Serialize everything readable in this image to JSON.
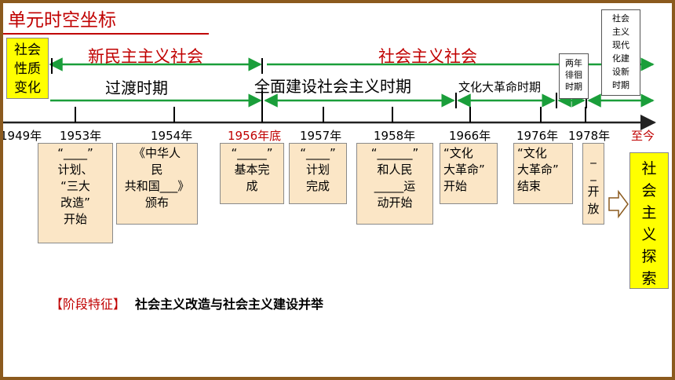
{
  "unit_title": "单元时空坐标",
  "left_box": [
    "社会",
    "性质",
    "变化"
  ],
  "eras": [
    {
      "label": "新民主主义社会"
    },
    {
      "label": "社会主义社会"
    }
  ],
  "periods": [
    {
      "label": "过渡时期"
    },
    {
      "label": "全面建设社会主义时期"
    },
    {
      "label": "文化大革命时期"
    }
  ],
  "side_boxes": [
    {
      "lines": [
        "两年",
        "徘徊",
        "时期"
      ]
    },
    {
      "lines": [
        "社会",
        "主义",
        "现代",
        "化建",
        "设新",
        "时期"
      ]
    }
  ],
  "years": [
    {
      "label": "1949年",
      "color": "#000000"
    },
    {
      "label": "1953年",
      "color": "#000000"
    },
    {
      "label": "1954年",
      "color": "#000000"
    },
    {
      "label": "1956年底",
      "color": "#c00000"
    },
    {
      "label": "1957年",
      "color": "#000000"
    },
    {
      "label": "1958年",
      "color": "#000000"
    },
    {
      "label": "1966年",
      "color": "#000000"
    },
    {
      "label": "1976年",
      "color": "#000000"
    },
    {
      "label": "1978年",
      "color": "#000000"
    },
    {
      "label": "至今",
      "color": "#c00000"
    }
  ],
  "events": [
    {
      "lines": [
        "“____”",
        "计划、",
        "“三大",
        "改造”",
        "开始"
      ]
    },
    {
      "lines": [
        "《中华人",
        "民",
        "共和国___》",
        "颁布"
      ]
    },
    {
      "lines": [
        "“_____”",
        "基本完",
        "成"
      ]
    },
    {
      "lines": [
        "“____”",
        "计划",
        "完成"
      ]
    },
    {
      "lines": [
        "“______”",
        "和人民",
        "_____运",
        "动开始"
      ]
    },
    {
      "lines": [
        "“文化",
        "大革命”",
        "开始"
      ]
    },
    {
      "lines": [
        "“文化",
        "大革命”",
        "结束"
      ]
    },
    {
      "lines": [
        "_",
        "_",
        "开",
        "放"
      ]
    }
  ],
  "final_box": [
    "社",
    "会",
    "主",
    "义",
    "探",
    "索"
  ],
  "feature": {
    "label": "【阶段特征】",
    "text": "社会主义改造与社会主义建设并举"
  },
  "colors": {
    "arrow_green": "#1a9e3a",
    "axis": "#222222",
    "accent_red": "#c00000",
    "yellow": "#ffff00",
    "event_fill": "#fbe6c6",
    "frame": "#8b5a1e"
  }
}
